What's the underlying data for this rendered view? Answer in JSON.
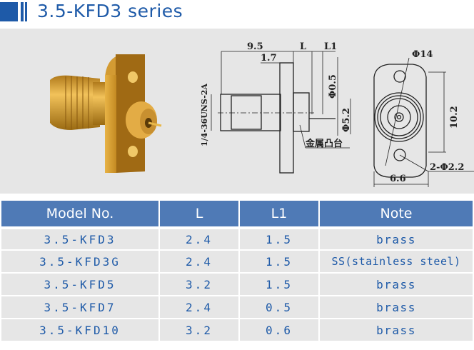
{
  "header": {
    "title": "3.5-KFD3 series"
  },
  "drawing": {
    "labels": {
      "d9_5": "9.5",
      "dL": "L",
      "dL1": "L1",
      "d1_7": "1.7",
      "phi0_5": "Φ0.5",
      "phi5_2": "Φ5.2",
      "thread": "1/4-36UNS-2A",
      "boss": "金属凸台",
      "phi14": "Φ14",
      "d10_2": "10.2",
      "holes": "2-Φ2.2",
      "d6_6": "6.6"
    }
  },
  "table": {
    "headers": [
      "Model No.",
      "L",
      "L1",
      "Note"
    ],
    "rows": [
      [
        "3.5-KFD3",
        "2.4",
        "1.5",
        "brass"
      ],
      [
        "3.5-KFD3G",
        "2.4",
        "1.5",
        "SS(stainless steel)"
      ],
      [
        "3.5-KFD5",
        "3.2",
        "1.5",
        "brass"
      ],
      [
        "3.5-KFD7",
        "2.4",
        "0.5",
        "brass"
      ],
      [
        "3.5-KFD10",
        "3.2",
        "0.6",
        "brass"
      ]
    ]
  },
  "colors": {
    "accent": "#1e5aa8",
    "header_bg": "#4f7ab6",
    "row_bg": "#e6e6e6",
    "gold": "#d9a53a"
  }
}
